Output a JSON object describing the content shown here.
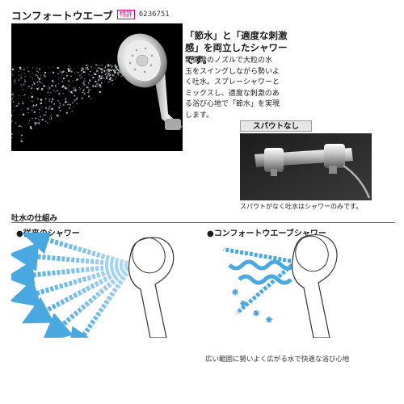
{
  "header": {
    "product_name": "コンフォートウエーブ",
    "patent_badge": "特許",
    "patent_number": "6236751"
  },
  "feature": {
    "headline_lines": [
      "「節水」と「適度な刺激",
      "感」を両立したシャワー",
      "です。"
    ],
    "body_lines": [
      "新開発のノズルで大粒の水",
      "玉をスイングしながら勢いよ",
      "く吐水。スプレーシャワーと",
      "ミックスし、適度な刺激のあ",
      "る浴び心地で「節水」を実現",
      "します。"
    ]
  },
  "spout": {
    "label": "スパウトなし",
    "caption": "スパウトがなく吐水はシャワーのみです。"
  },
  "mechanism": {
    "section_title": "吐水の仕組み",
    "old_shower_label": "●従来のシャワー",
    "new_shower_label": "●コンフォートウエーブシャワー",
    "caption": "広い範囲に勢いよく広がる水で快適な浴び心地"
  },
  "colors": {
    "accent_pink": "#d2006b",
    "water_blue": "#4aa8e0",
    "water_light": "#b8dcf4"
  }
}
